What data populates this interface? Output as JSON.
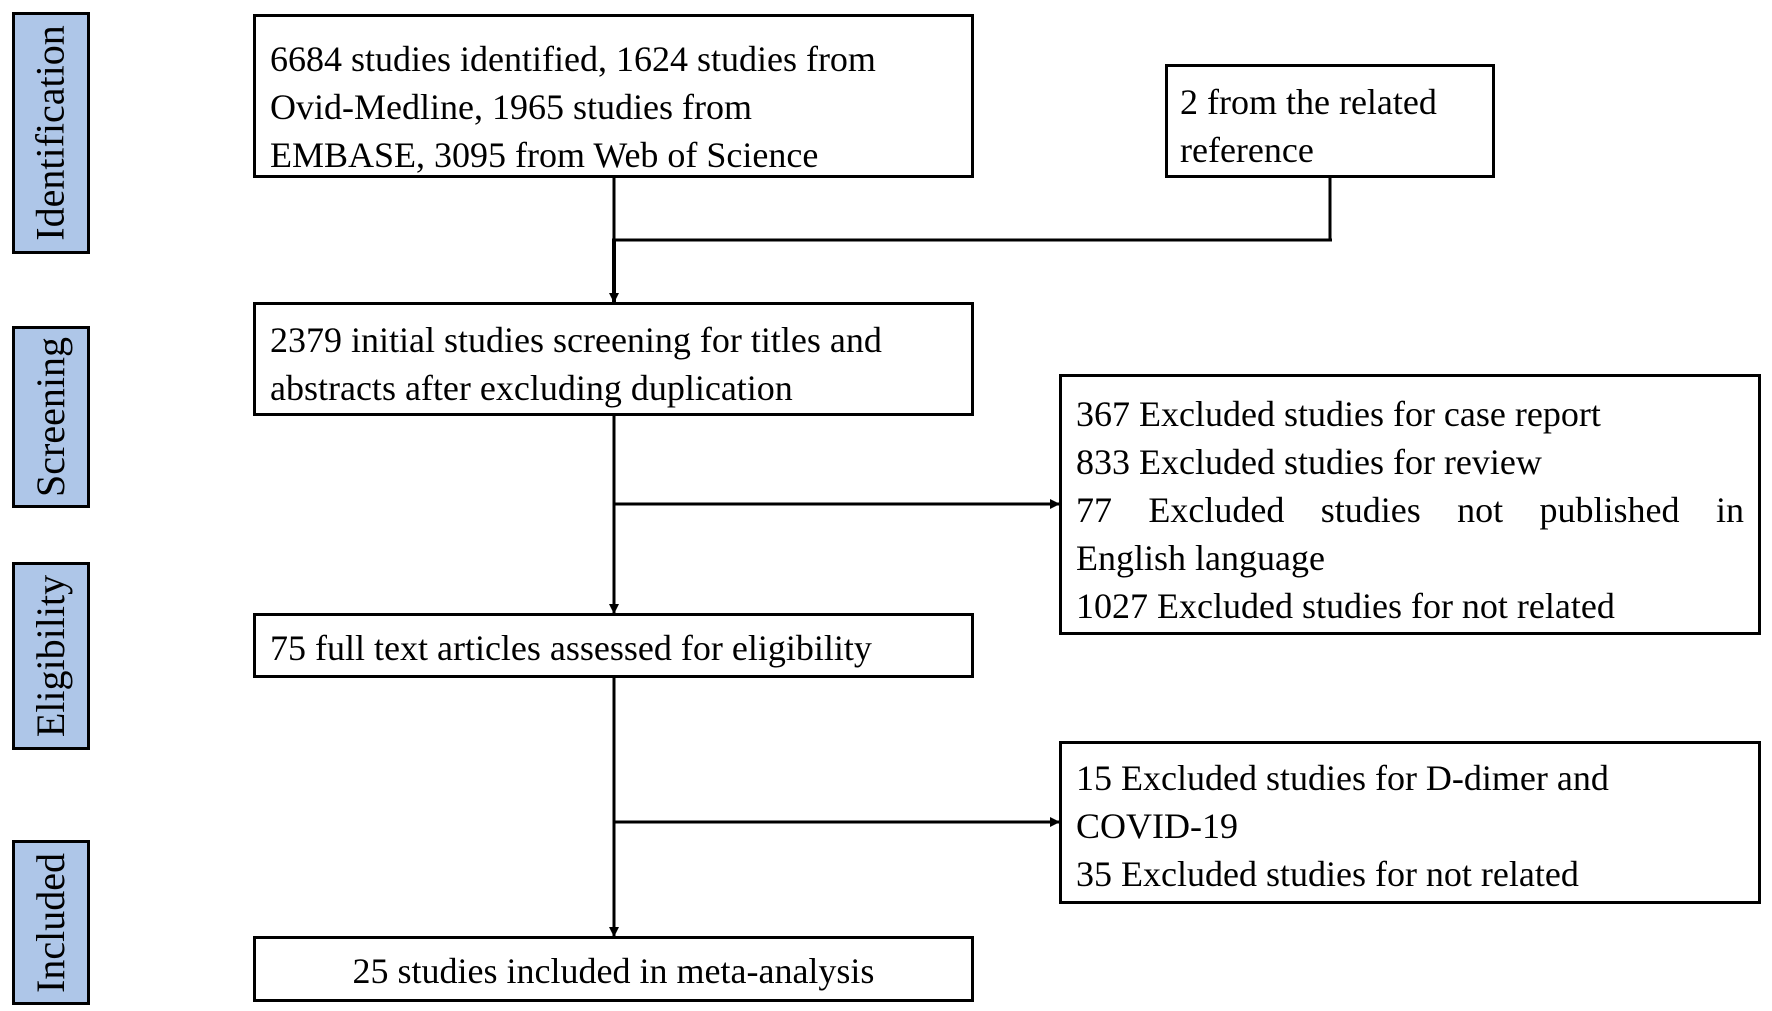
{
  "colors": {
    "stage_fill": "#aec6e8",
    "stroke": "#000000",
    "background": "#ffffff"
  },
  "stages": {
    "identification": "Identification",
    "screening": "Screening",
    "eligibility": "Eligibility",
    "included": "Included"
  },
  "boxes": {
    "identified": [
      "6684 studies identified, 1624 studies from",
      "Ovid-Medline, 1965 studies from",
      "EMBASE, 3095 from Web of Science"
    ],
    "related_reference": [
      "2 from the related",
      "reference"
    ],
    "screening": [
      "2379 initial studies screening for titles and",
      "abstracts after excluding duplication"
    ],
    "excluded_screening": {
      "line1": "367 Excluded studies for  case report",
      "line2": "833 Excluded studies for review",
      "line3_words": [
        "77",
        "Excluded",
        "studies",
        "not",
        "published",
        "in"
      ],
      "line4": "English language",
      "line5": "1027 Excluded studies for not related"
    },
    "eligibility": "75 full text articles assessed for eligibility",
    "excluded_eligibility": [
      "15  Excluded studies for D-dimer and",
      "COVID-19",
      "35 Excluded studies for not related"
    ],
    "included": "25 studies included in meta-analysis"
  }
}
